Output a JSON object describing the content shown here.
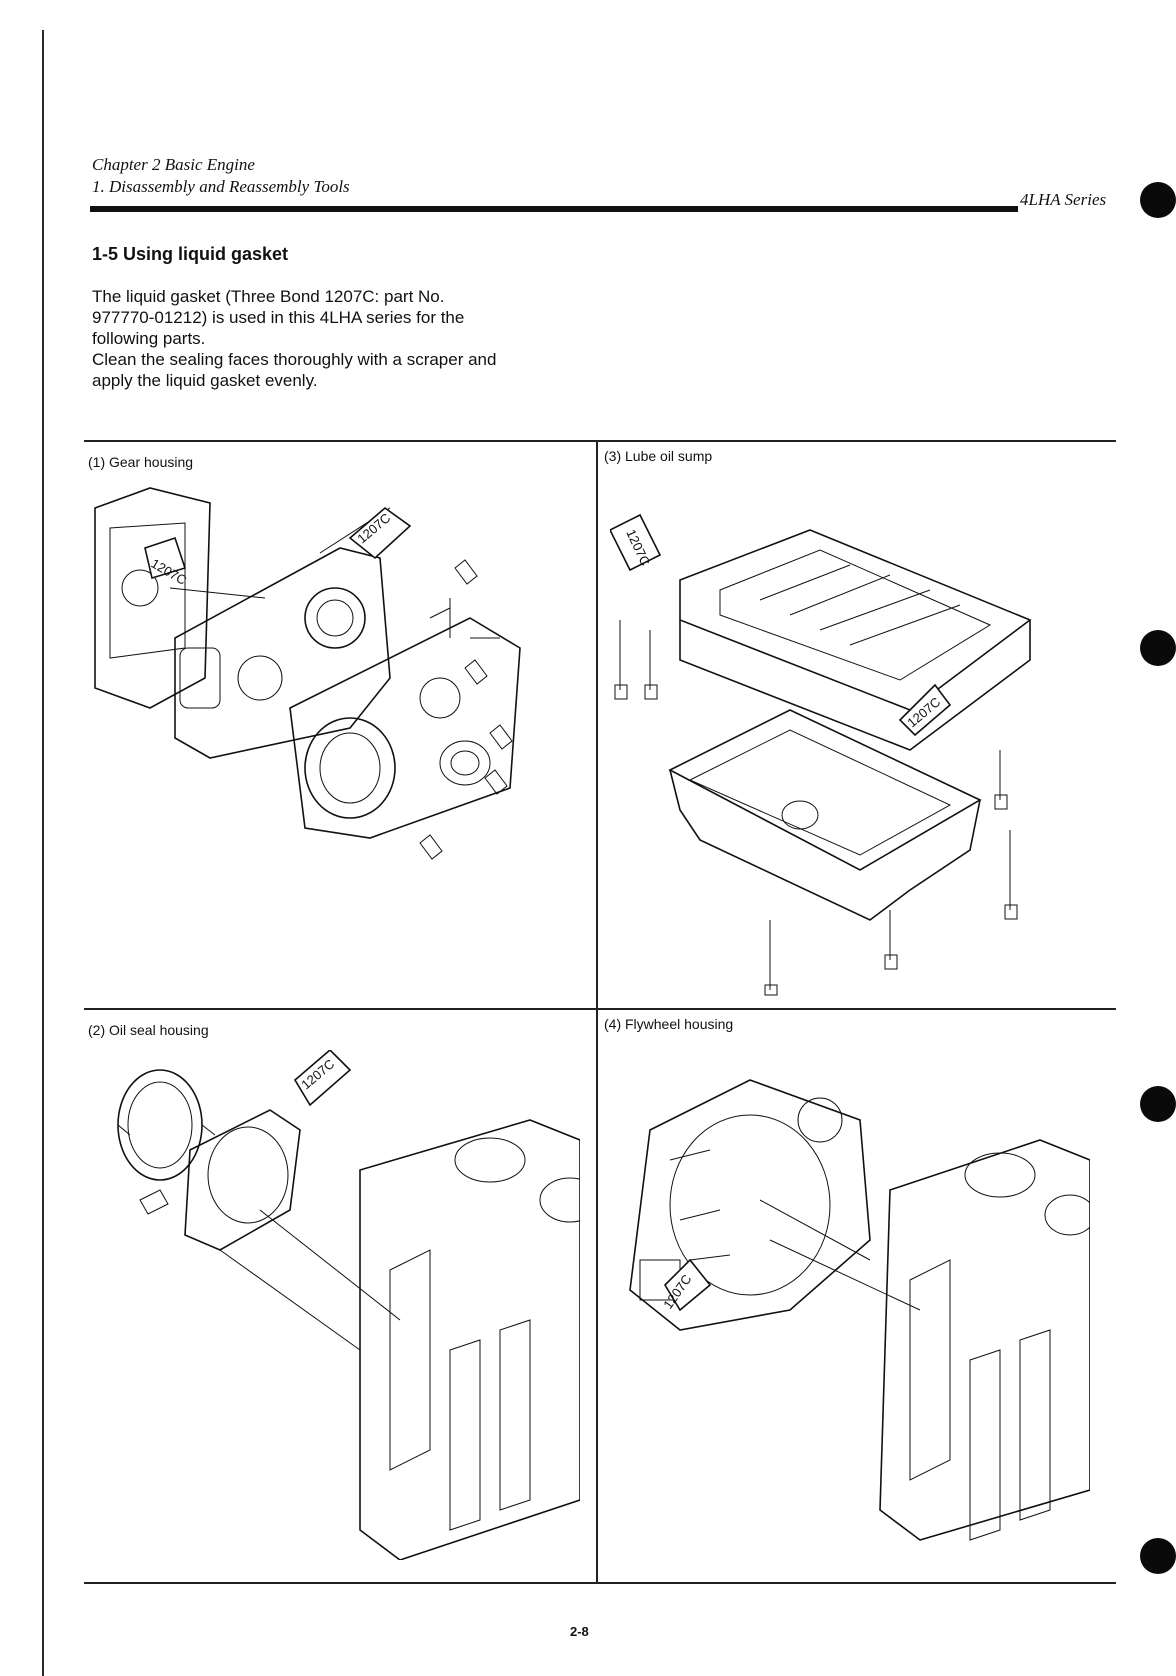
{
  "header": {
    "chapter": "Chapter 2 Basic Engine",
    "section": "1. Disassembly and Reassembly Tools",
    "series": "4LHA Series"
  },
  "section_title": "1-5 Using liquid gasket",
  "intro_lines": [
    "The liquid gasket (Three Bond 1207C: part No.",
    "977770-01212) is used in this 4LHA series for the",
    "following parts.",
    "Clean the sealing faces thoroughly with a scraper and",
    "apply the liquid gasket evenly."
  ],
  "panels": {
    "gear_housing": "(1)  Gear housing",
    "oil_seal_housing": "(2)  Oil seal housing",
    "lube_oil_sump": "(3)  Lube oil sump",
    "flywheel_housing": "(4)  Flywheel housing"
  },
  "tube_label": "1207C",
  "page_number": "2-8"
}
